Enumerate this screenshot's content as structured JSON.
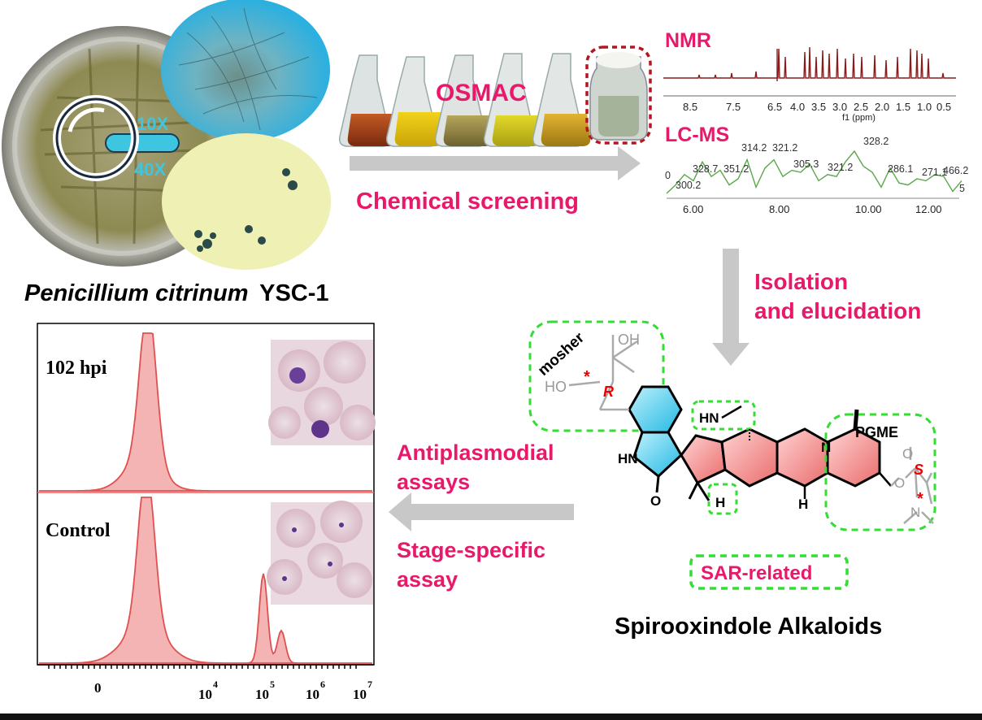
{
  "organism": {
    "genus": "Penicillium citrinum",
    "strain": "YSC-1",
    "mag_low": "10X",
    "mag_high": "40X"
  },
  "osmac": "OSMAC",
  "chemical_screening": "Chemical screening",
  "nmr": {
    "label": "NMR",
    "ticks": [
      "8.5",
      "7.5",
      "6.5",
      "4.0",
      "3.5",
      "3.0",
      "2.5",
      "2.0",
      "1.5",
      "1.0",
      "0.5"
    ],
    "axis_label": "f1 (ppm)"
  },
  "lcms": {
    "label": "LC-MS",
    "peaks": [
      "300.2",
      "328.7",
      "351.2",
      "314.2",
      "321.2",
      "305.3",
      "321.2",
      "328.2",
      "286.1",
      "271.1",
      "466.2"
    ],
    "x_ticks": [
      "6.00",
      "8.00",
      "10.00",
      "12.00"
    ],
    "y_tick": "0",
    "edge_tick": "5"
  },
  "isolation": {
    "line1": "Isolation",
    "line2": "and elucidation"
  },
  "structure": {
    "mosher": "mosher",
    "pgme": "PGME",
    "r_label": "R",
    "s_label": "S",
    "star": "*",
    "oh": "OH",
    "ho": "HO",
    "hn_amine": "HN",
    "hn_lactam": "HN",
    "n_ring": "N",
    "n_side": "N",
    "o_ketone": "O",
    "o_ester": "O",
    "o_link": "O",
    "h1": "H",
    "h2": "H",
    "sar": "SAR-related",
    "title": "Spirooxindole Alkaloids"
  },
  "assays": {
    "a1": "Antiplasmodial",
    "a2": "assays",
    "b1": "Stage-specific",
    "b2": "assay"
  },
  "flow": {
    "top_label": "102 hpi",
    "bottom_label": "Control",
    "x_ticks": [
      "0",
      "10",
      "4",
      "10",
      "5",
      "10",
      "6",
      "10",
      "7"
    ]
  },
  "colors": {
    "accent": "#e8196b",
    "box": "#33dd33",
    "ring_red": "#f08a8a",
    "ring_cyan": "#39c6e8",
    "flow": "#e05050"
  }
}
